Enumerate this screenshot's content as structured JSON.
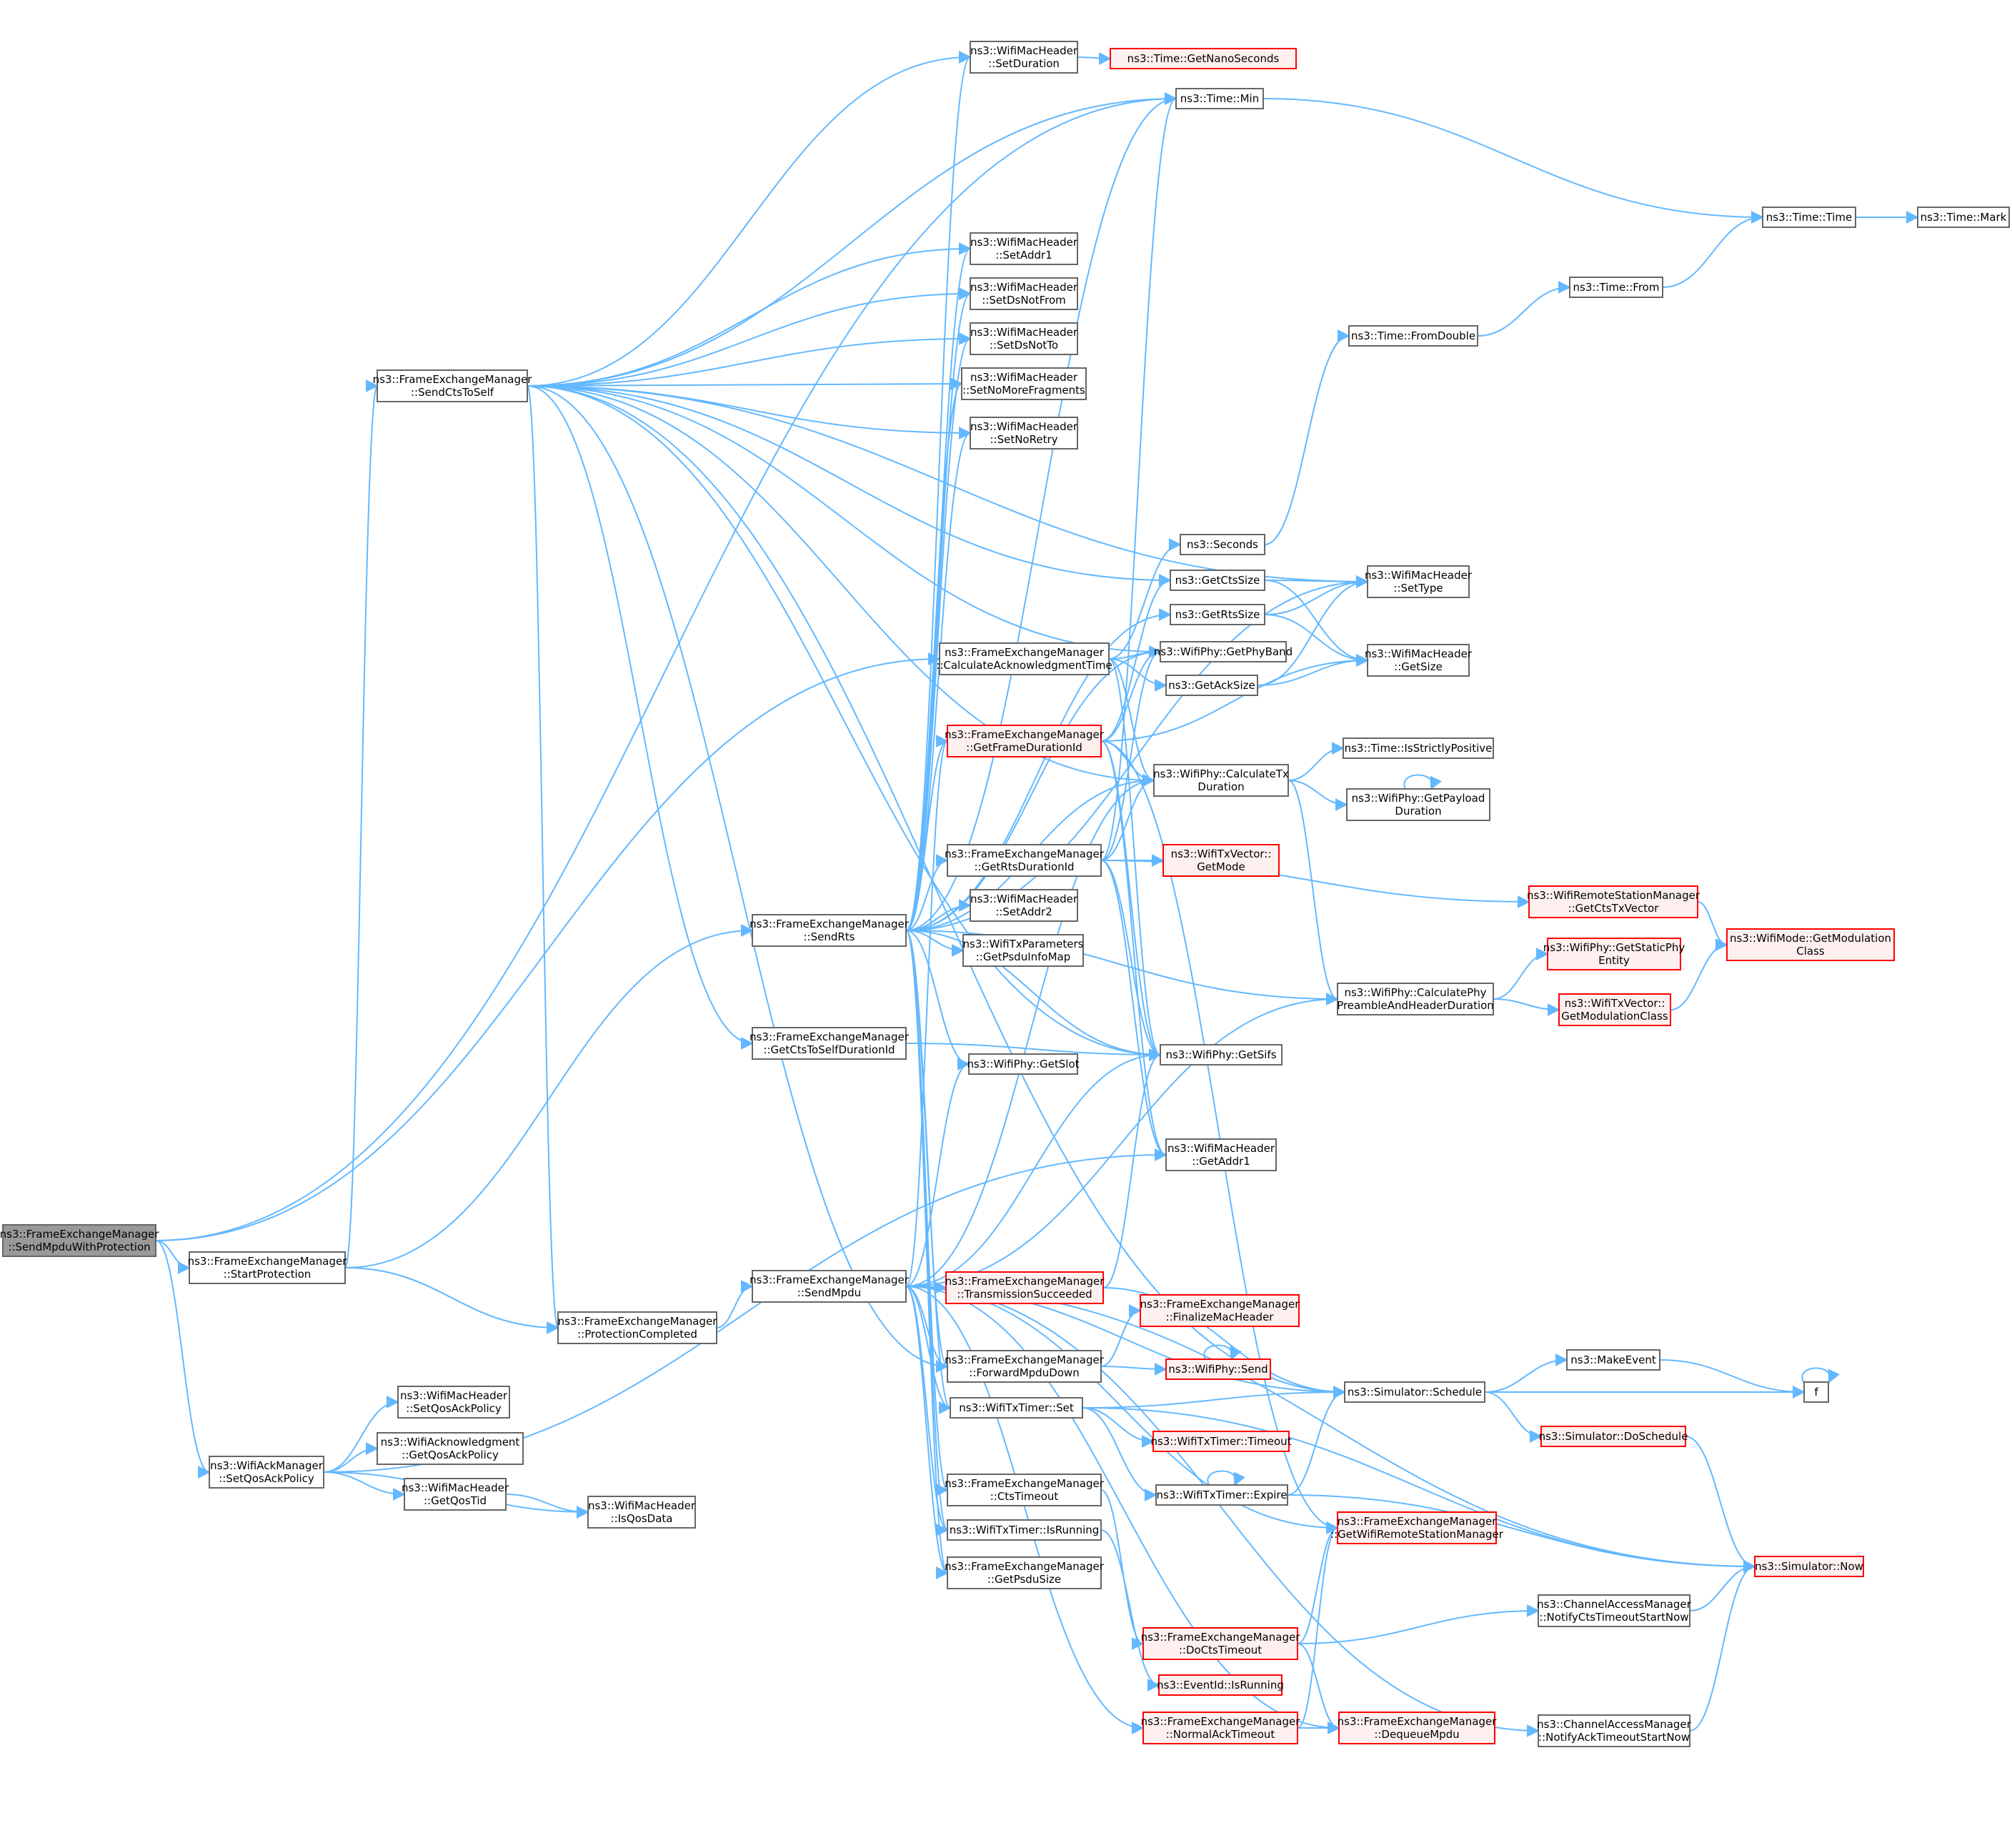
{
  "colors": {
    "edge": "#63b8ff",
    "node_border": "#666666",
    "node_fill": "#ffffff",
    "root_fill": "#999999",
    "root_border": "#666666",
    "link_border": "#ff0000",
    "link_fill": "#fff0f0",
    "text": "#000000"
  },
  "nodes": [
    {
      "id": "sendmpduwp",
      "lines": [
        "ns3::FrameExchangeManager",
        "::SendMpduWithProtection"
      ],
      "style": "root"
    },
    {
      "id": "startprot",
      "lines": [
        "ns3::FrameExchangeManager",
        "::StartProtection"
      ],
      "style": "normal"
    },
    {
      "id": "setqosackpolicy",
      "lines": [
        "ns3::WifiAckManager",
        "::SetQosAckPolicy"
      ],
      "style": "normal"
    },
    {
      "id": "sendctstoself",
      "lines": [
        "ns3::FrameExchangeManager",
        "::SendCtsToSelf"
      ],
      "style": "normal"
    },
    {
      "id": "hdr_setqosackpolicy",
      "lines": [
        "ns3::WifiMacHeader",
        "::SetQosAckPolicy"
      ],
      "style": "normal"
    },
    {
      "id": "getqosackpolicy",
      "lines": [
        "ns3::WifiAcknowledgment",
        "::GetQosAckPolicy"
      ],
      "style": "normal"
    },
    {
      "id": "getqostid",
      "lines": [
        "ns3::WifiMacHeader",
        "::GetQosTid"
      ],
      "style": "normal"
    },
    {
      "id": "isqosdata",
      "lines": [
        "ns3::WifiMacHeader",
        "::IsQosData"
      ],
      "style": "normal"
    },
    {
      "id": "protcompleted",
      "lines": [
        "ns3::FrameExchangeManager",
        "::ProtectionCompleted"
      ],
      "style": "normal"
    },
    {
      "id": "sendrts",
      "lines": [
        "ns3::FrameExchangeManager",
        "::SendRts"
      ],
      "style": "normal"
    },
    {
      "id": "getctsselfdur",
      "lines": [
        "ns3::FrameExchangeManager",
        "::GetCtsToSelfDurationId"
      ],
      "style": "normal"
    },
    {
      "id": "sendmpdu",
      "lines": [
        "ns3::FrameExchangeManager",
        "::SendMpdu"
      ],
      "style": "normal"
    },
    {
      "id": "setduration",
      "lines": [
        "ns3::WifiMacHeader",
        "::SetDuration"
      ],
      "style": "normal"
    },
    {
      "id": "setaddr1",
      "lines": [
        "ns3::WifiMacHeader",
        "::SetAddr1"
      ],
      "style": "normal"
    },
    {
      "id": "setdsnotfrom",
      "lines": [
        "ns3::WifiMacHeader",
        "::SetDsNotFrom"
      ],
      "style": "normal"
    },
    {
      "id": "setdsnotto",
      "lines": [
        "ns3::WifiMacHeader",
        "::SetDsNotTo"
      ],
      "style": "normal"
    },
    {
      "id": "setnomorefrag",
      "lines": [
        "ns3::WifiMacHeader",
        "::SetNoMoreFragments"
      ],
      "style": "normal"
    },
    {
      "id": "setnoretry",
      "lines": [
        "ns3::WifiMacHeader",
        "::SetNoRetry"
      ],
      "style": "normal"
    },
    {
      "id": "calcacktime",
      "lines": [
        "ns3::FrameExchangeManager",
        "::CalculateAcknowledgmentTime"
      ],
      "style": "normal"
    },
    {
      "id": "getframedur",
      "lines": [
        "ns3::FrameExchangeManager",
        "::GetFrameDurationId"
      ],
      "style": "link"
    },
    {
      "id": "getrtsdur",
      "lines": [
        "ns3::FrameExchangeManager",
        "::GetRtsDurationId"
      ],
      "style": "normal"
    },
    {
      "id": "setaddr2",
      "lines": [
        "ns3::WifiMacHeader",
        "::SetAddr2"
      ],
      "style": "normal"
    },
    {
      "id": "getpsduinfomap",
      "lines": [
        "ns3::WifiTxParameters",
        "::GetPsduInfoMap"
      ],
      "style": "normal"
    },
    {
      "id": "getslot",
      "lines": [
        "ns3::WifiPhy::GetSlot"
      ],
      "style": "normal"
    },
    {
      "id": "transsucc",
      "lines": [
        "ns3::FrameExchangeManager",
        "::TransmissionSucceeded"
      ],
      "style": "link"
    },
    {
      "id": "fwdmpdudown",
      "lines": [
        "ns3::FrameExchangeManager",
        "::ForwardMpduDown"
      ],
      "style": "normal"
    },
    {
      "id": "txtimerset",
      "lines": [
        "ns3::WifiTxTimer::Set"
      ],
      "style": "normal"
    },
    {
      "id": "ctstimeout",
      "lines": [
        "ns3::FrameExchangeManager",
        "::CtsTimeout"
      ],
      "style": "normal"
    },
    {
      "id": "txtimerisrunning",
      "lines": [
        "ns3::WifiTxTimer::IsRunning"
      ],
      "style": "normal"
    },
    {
      "id": "getpsdusize",
      "lines": [
        "ns3::FrameExchangeManager",
        "::GetPsduSize"
      ],
      "style": "normal"
    },
    {
      "id": "getnanoseconds",
      "lines": [
        "ns3::Time::GetNanoSeconds"
      ],
      "style": "link"
    },
    {
      "id": "timemin",
      "lines": [
        "ns3::Time::Min"
      ],
      "style": "normal"
    },
    {
      "id": "seconds",
      "lines": [
        "ns3::Seconds"
      ],
      "style": "normal"
    },
    {
      "id": "getctssize",
      "lines": [
        "ns3::GetCtsSize"
      ],
      "style": "normal"
    },
    {
      "id": "getrtssize",
      "lines": [
        "ns3::GetRtsSize"
      ],
      "style": "normal"
    },
    {
      "id": "getphyband",
      "lines": [
        "ns3::WifiPhy::GetPhyBand"
      ],
      "style": "normal"
    },
    {
      "id": "getacksize",
      "lines": [
        "ns3::GetAckSize"
      ],
      "style": "normal"
    },
    {
      "id": "calctxdur",
      "lines": [
        "ns3::WifiPhy::CalculateTx",
        "Duration"
      ],
      "style": "normal"
    },
    {
      "id": "txvecgetmode",
      "lines": [
        "ns3::WifiTxVector::",
        "GetMode"
      ],
      "style": "link"
    },
    {
      "id": "getsifs",
      "lines": [
        "ns3::WifiPhy::GetSifs"
      ],
      "style": "normal"
    },
    {
      "id": "getaddr1",
      "lines": [
        "ns3::WifiMacHeader",
        "::GetAddr1"
      ],
      "style": "normal"
    },
    {
      "id": "finalizemac",
      "lines": [
        "ns3::FrameExchangeManager",
        "::FinalizeMacHeader"
      ],
      "style": "link"
    },
    {
      "id": "physend",
      "lines": [
        "ns3::WifiPhy::Send"
      ],
      "style": "link"
    },
    {
      "id": "txtimertimeout",
      "lines": [
        "ns3::WifiTxTimer::Timeout"
      ],
      "style": "link"
    },
    {
      "id": "txtimerexpire",
      "lines": [
        "ns3::WifiTxTimer::Expire"
      ],
      "style": "normal"
    },
    {
      "id": "docts",
      "lines": [
        "ns3::FrameExchangeManager",
        "::DoCtsTimeout"
      ],
      "style": "link"
    },
    {
      "id": "eventisrunning",
      "lines": [
        "ns3::EventId::IsRunning"
      ],
      "style": "link"
    },
    {
      "id": "normalack",
      "lines": [
        "ns3::FrameExchangeManager",
        "::NormalAckTimeout"
      ],
      "style": "link"
    },
    {
      "id": "timetime",
      "lines": [
        "ns3::Time::Time"
      ],
      "style": "normal"
    },
    {
      "id": "timefrom",
      "lines": [
        "ns3::Time::From"
      ],
      "style": "normal"
    },
    {
      "id": "fromdouble",
      "lines": [
        "ns3::Time::FromDouble"
      ],
      "style": "normal"
    },
    {
      "id": "settype",
      "lines": [
        "ns3::WifiMacHeader",
        "::SetType"
      ],
      "style": "normal"
    },
    {
      "id": "getsize",
      "lines": [
        "ns3::WifiMacHeader",
        "::GetSize"
      ],
      "style": "normal"
    },
    {
      "id": "isstrictlypos",
      "lines": [
        "ns3::Time::IsStrictlyPositive"
      ],
      "style": "normal"
    },
    {
      "id": "getpayloaddur",
      "lines": [
        "ns3::WifiPhy::GetPayload",
        "Duration"
      ],
      "style": "normal"
    },
    {
      "id": "calcpreamble",
      "lines": [
        "ns3::WifiPhy::CalculatePhy",
        "PreambleAndHeaderDuration"
      ],
      "style": "normal"
    },
    {
      "id": "simschedule",
      "lines": [
        "ns3::Simulator::Schedule"
      ],
      "style": "normal"
    },
    {
      "id": "getwifiremote",
      "lines": [
        "ns3::FrameExchangeManager",
        "::GetWifiRemoteStationManager"
      ],
      "style": "link"
    },
    {
      "id": "dequeuempdu",
      "lines": [
        "ns3::FrameExchangeManager",
        "::DequeueMpdu"
      ],
      "style": "link"
    },
    {
      "id": "timemark",
      "lines": [
        "ns3::Time::Mark"
      ],
      "style": "normal"
    },
    {
      "id": "getctstxvector",
      "lines": [
        "ns3::WifiRemoteStationManager",
        "::GetCtsTxVector"
      ],
      "style": "link"
    },
    {
      "id": "getstaticphy",
      "lines": [
        "ns3::WifiPhy::GetStaticPhy",
        "Entity"
      ],
      "style": "link"
    },
    {
      "id": "txvecgetmodclass",
      "lines": [
        "ns3::WifiTxVector::",
        "GetModulationClass"
      ],
      "style": "link"
    },
    {
      "id": "makeevent",
      "lines": [
        "ns3::MakeEvent"
      ],
      "style": "normal"
    },
    {
      "id": "doschedule",
      "lines": [
        "ns3::Simulator::DoSchedule"
      ],
      "style": "link"
    },
    {
      "id": "notifycts",
      "lines": [
        "ns3::ChannelAccessManager",
        "::NotifyCtsTimeoutStartNow"
      ],
      "style": "normal"
    },
    {
      "id": "notifyack",
      "lines": [
        "ns3::ChannelAccessManager",
        "::NotifyAckTimeoutStartNow"
      ],
      "style": "normal"
    },
    {
      "id": "modegetmodclass",
      "lines": [
        "ns3::WifiMode::GetModulation",
        "Class"
      ],
      "style": "link"
    },
    {
      "id": "f",
      "lines": [
        "f"
      ],
      "style": "normal"
    },
    {
      "id": "simnow",
      "lines": [
        "ns3::Simulator::Now"
      ],
      "style": "link"
    }
  ],
  "edges": [
    [
      "sendmpduwp",
      "timemin"
    ],
    [
      "sendmpduwp",
      "startprot"
    ],
    [
      "sendmpduwp",
      "calcacktime"
    ],
    [
      "sendmpduwp",
      "setqosackpolicy"
    ],
    [
      "startprot",
      "sendctstoself"
    ],
    [
      "startprot",
      "sendrts"
    ],
    [
      "startprot",
      "protcompleted"
    ],
    [
      "setqosackpolicy",
      "hdr_setqosackpolicy"
    ],
    [
      "setqosackpolicy",
      "getqosackpolicy"
    ],
    [
      "setqosackpolicy",
      "getqostid"
    ],
    [
      "setqosackpolicy",
      "isqosdata"
    ],
    [
      "setqosackpolicy",
      "getaddr1"
    ],
    [
      "getqostid",
      "isqosdata"
    ],
    [
      "sendctstoself",
      "setduration"
    ],
    [
      "sendctstoself",
      "timemin"
    ],
    [
      "sendctstoself",
      "settype"
    ],
    [
      "sendctstoself",
      "getctssize"
    ],
    [
      "sendctstoself",
      "getphyband"
    ],
    [
      "sendctstoself",
      "setaddr1"
    ],
    [
      "sendctstoself",
      "setdsnotfrom"
    ],
    [
      "sendctstoself",
      "setdsnotto"
    ],
    [
      "sendctstoself",
      "setnomorefrag"
    ],
    [
      "sendctstoself",
      "setnoretry"
    ],
    [
      "sendctstoself",
      "calctxdur"
    ],
    [
      "sendctstoself",
      "getctsselfdur"
    ],
    [
      "sendctstoself",
      "getsifs"
    ],
    [
      "sendctstoself",
      "protcompleted"
    ],
    [
      "sendctstoself",
      "fwdmpdudown"
    ],
    [
      "sendctstoself",
      "simschedule"
    ],
    [
      "protcompleted",
      "sendmpdu"
    ],
    [
      "sendrts",
      "setduration"
    ],
    [
      "sendrts",
      "timemin"
    ],
    [
      "sendrts",
      "setaddr1"
    ],
    [
      "sendrts",
      "setdsnotfrom"
    ],
    [
      "sendrts",
      "setdsnotto"
    ],
    [
      "sendrts",
      "setnomorefrag"
    ],
    [
      "sendrts",
      "setnoretry"
    ],
    [
      "sendrts",
      "settype"
    ],
    [
      "sendrts",
      "getrtssize"
    ],
    [
      "sendrts",
      "getphyband"
    ],
    [
      "sendrts",
      "calctxdur"
    ],
    [
      "sendrts",
      "getrtsdur"
    ],
    [
      "sendrts",
      "setaddr2"
    ],
    [
      "sendrts",
      "getpsduinfomap"
    ],
    [
      "sendrts",
      "getslot"
    ],
    [
      "sendrts",
      "getsifs"
    ],
    [
      "sendrts",
      "calcpreamble"
    ],
    [
      "sendrts",
      "fwdmpdudown"
    ],
    [
      "sendrts",
      "txtimerset"
    ],
    [
      "sendrts",
      "ctstimeout"
    ],
    [
      "sendrts",
      "txtimerisrunning"
    ],
    [
      "sendrts",
      "getpsdusize"
    ],
    [
      "sendrts",
      "getframedur"
    ],
    [
      "getctsselfdur",
      "getsifs"
    ],
    [
      "sendmpdu",
      "getframedur"
    ],
    [
      "sendmpdu",
      "calctxdur"
    ],
    [
      "sendmpdu",
      "getslot"
    ],
    [
      "sendmpdu",
      "getsifs"
    ],
    [
      "sendmpdu",
      "transsucc"
    ],
    [
      "sendmpdu",
      "fwdmpdudown"
    ],
    [
      "sendmpdu",
      "txtimerset"
    ],
    [
      "sendmpdu",
      "txtimerisrunning"
    ],
    [
      "sendmpdu",
      "simschedule"
    ],
    [
      "sendmpdu",
      "dequeuempdu"
    ],
    [
      "sendmpdu",
      "normalack"
    ],
    [
      "sendmpdu",
      "notifyack"
    ],
    [
      "sendmpdu",
      "getwifiremote"
    ],
    [
      "sendmpdu",
      "calcpreamble"
    ],
    [
      "sendmpdu",
      "getpsdusize"
    ],
    [
      "sendmpdu",
      "simnow"
    ],
    [
      "setduration",
      "getnanoseconds"
    ],
    [
      "calcacktime",
      "seconds"
    ],
    [
      "calcacktime",
      "getphyband"
    ],
    [
      "calcacktime",
      "getacksize"
    ],
    [
      "calcacktime",
      "calctxdur"
    ],
    [
      "calcacktime",
      "getsifs"
    ],
    [
      "getframedur",
      "getphyband"
    ],
    [
      "getframedur",
      "getctssize"
    ],
    [
      "getframedur",
      "getsize"
    ],
    [
      "getframedur",
      "calctxdur"
    ],
    [
      "getframedur",
      "getsifs"
    ],
    [
      "getframedur",
      "getaddr1"
    ],
    [
      "getframedur",
      "getwifiremote"
    ],
    [
      "getrtsdur",
      "timemin"
    ],
    [
      "getrtsdur",
      "getphyband"
    ],
    [
      "getrtsdur",
      "calctxdur"
    ],
    [
      "getrtsdur",
      "txvecgetmode"
    ],
    [
      "getrtsdur",
      "getctstxvector"
    ],
    [
      "getrtsdur",
      "getsifs"
    ],
    [
      "getrtsdur",
      "getaddr1"
    ],
    [
      "transsucc",
      "getsifs"
    ],
    [
      "transsucc",
      "simschedule"
    ],
    [
      "fwdmpdudown",
      "finalizemac"
    ],
    [
      "fwdmpdudown",
      "physend"
    ],
    [
      "txtimerset",
      "simschedule"
    ],
    [
      "txtimerset",
      "txtimertimeout"
    ],
    [
      "txtimerset",
      "txtimerexpire"
    ],
    [
      "txtimerset",
      "simnow"
    ],
    [
      "ctstimeout",
      "docts"
    ],
    [
      "txtimerisrunning",
      "eventisrunning"
    ],
    [
      "timemin",
      "timetime"
    ],
    [
      "seconds",
      "fromdouble"
    ],
    [
      "getctssize",
      "settype"
    ],
    [
      "getctssize",
      "getsize"
    ],
    [
      "getrtssize",
      "settype"
    ],
    [
      "getrtssize",
      "getsize"
    ],
    [
      "getacksize",
      "settype"
    ],
    [
      "getacksize",
      "getsize"
    ],
    [
      "calctxdur",
      "isstrictlypos"
    ],
    [
      "calctxdur",
      "getpayloaddur"
    ],
    [
      "calctxdur",
      "calcpreamble"
    ],
    [
      "getpayloaddur",
      "getpayloaddur"
    ],
    [
      "physend",
      "physend"
    ],
    [
      "txtimerexpire",
      "txtimerexpire"
    ],
    [
      "txtimerexpire",
      "simschedule"
    ],
    [
      "txtimerexpire",
      "simnow"
    ],
    [
      "docts",
      "getwifiremote"
    ],
    [
      "docts",
      "dequeuempdu"
    ],
    [
      "docts",
      "notifycts"
    ],
    [
      "normalack",
      "getwifiremote"
    ],
    [
      "normalack",
      "dequeuempdu"
    ],
    [
      "timetime",
      "timemark"
    ],
    [
      "timefrom",
      "timetime"
    ],
    [
      "fromdouble",
      "timefrom"
    ],
    [
      "calcpreamble",
      "getstaticphy"
    ],
    [
      "calcpreamble",
      "txvecgetmodclass"
    ],
    [
      "getctstxvector",
      "modegetmodclass"
    ],
    [
      "txvecgetmodclass",
      "modegetmodclass"
    ],
    [
      "simschedule",
      "makeevent"
    ],
    [
      "simschedule",
      "doschedule"
    ],
    [
      "simschedule",
      "f"
    ],
    [
      "makeevent",
      "f"
    ],
    [
      "f",
      "f"
    ],
    [
      "doschedule",
      "simnow"
    ],
    [
      "notifycts",
      "simnow"
    ],
    [
      "notifyack",
      "simnow"
    ]
  ]
}
